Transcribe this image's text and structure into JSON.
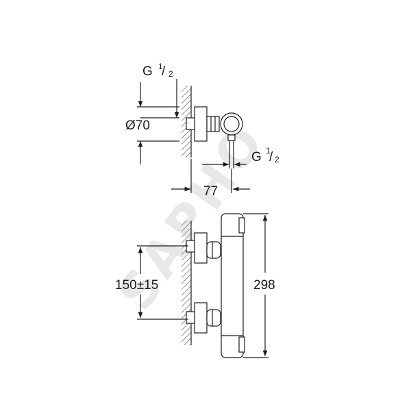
{
  "watermark": "SAPHO",
  "top_view": {
    "inlet_thread_label": "G",
    "inlet_thread_numerator": "1",
    "inlet_thread_denominator": "2",
    "diameter_label": "Ø70",
    "outlet_thread_label": "G",
    "outlet_thread_numerator": "1",
    "outlet_thread_denominator": "2",
    "depth_label": "77"
  },
  "front_view": {
    "spacing_label": "150±15",
    "height_label": "298"
  }
}
